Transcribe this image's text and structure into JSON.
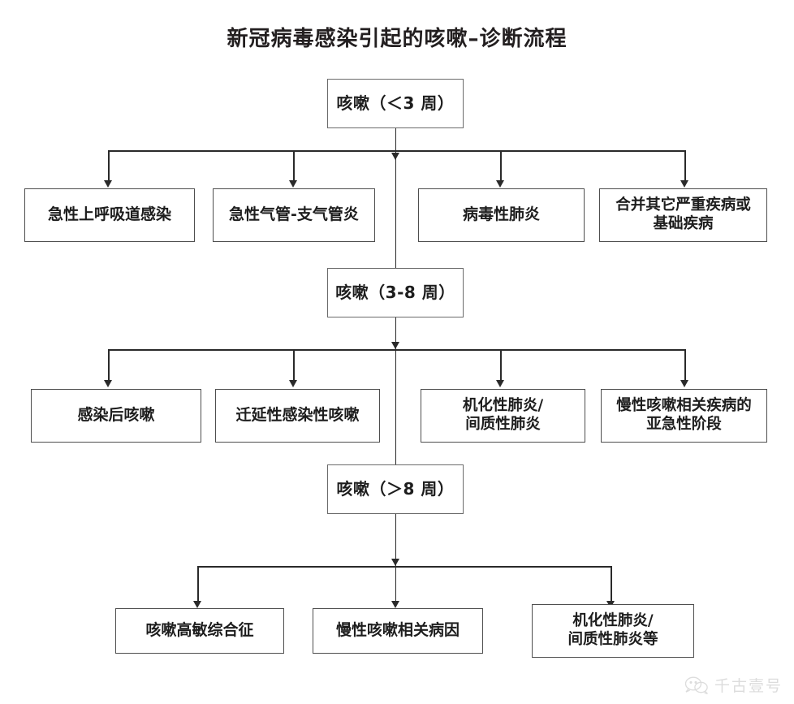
{
  "title": "新冠病毒感染引起的咳嗽–诊断流程",
  "diagram": {
    "type": "flowchart",
    "orientation": "top-down",
    "stages": [
      {
        "id": "stage-acute",
        "decision": {
          "label": "咳嗽（＜3 周）"
        },
        "outcomes": [
          {
            "label": "急性上呼吸道感染"
          },
          {
            "label": "急性气管-支气管炎"
          },
          {
            "label": "病毒性肺炎"
          },
          {
            "label": "合并其它严重疾病或\n基础疾病"
          }
        ]
      },
      {
        "id": "stage-subacute",
        "decision": {
          "label": "咳嗽（3-8 周）"
        },
        "outcomes": [
          {
            "label": "感染后咳嗽"
          },
          {
            "label": "迁延性感染性咳嗽"
          },
          {
            "label": "机化性肺炎/\n间质性肺炎"
          },
          {
            "label": "慢性咳嗽相关疾病的\n亚急性阶段"
          }
        ]
      },
      {
        "id": "stage-chronic",
        "decision": {
          "label": "咳嗽（＞8 周）"
        },
        "outcomes": [
          {
            "label": "咳嗽高敏综合征"
          },
          {
            "label": "慢性咳嗽相关病因"
          },
          {
            "label": "机化性肺炎/\n间质性肺炎等"
          }
        ]
      }
    ]
  },
  "watermark": {
    "text": "千古壹号",
    "icon": "wechat-icon"
  },
  "colors": {
    "background": "#ffffff",
    "box_border": "#4e4e4e",
    "connector": "#2a2a2a",
    "text": "#1d1d1d",
    "title": "#231f20",
    "watermark": "#8d8d8d"
  }
}
